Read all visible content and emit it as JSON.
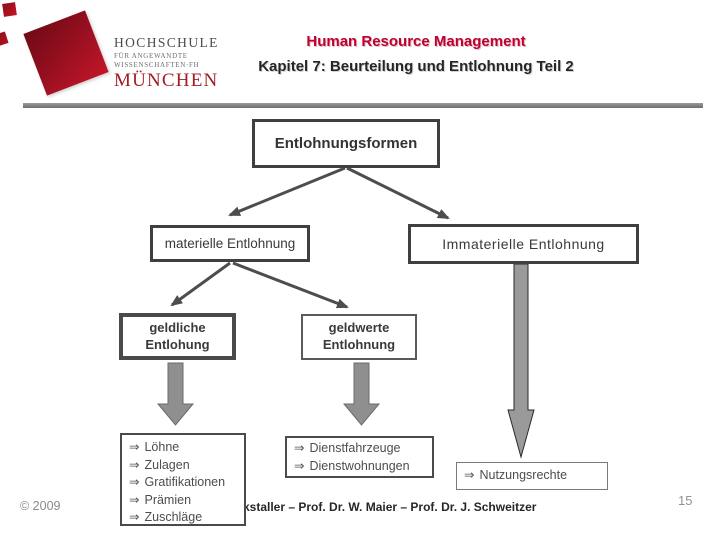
{
  "header": {
    "logo": {
      "line1": "HOCHSCHULE",
      "line2": "FÜR ANGEWANDTE",
      "line3": "WISSENSCHAFTEN·FH",
      "line4": "MÜNCHEN"
    },
    "title": "Human Resource Management",
    "subtitle": "Kapitel 7: Beurteilung und Entlohnung Teil 2"
  },
  "diagram": {
    "bullet": "⇒",
    "root_label": "Entlohnungsformen",
    "material_label": "materielle Entlohnung",
    "immaterial_label": "Immaterielle Entlohnung",
    "monetary_label": "geldliche\nEntlohung",
    "value_label": "geldwerte\nEntlohnung",
    "monetary_items": [
      "Löhne",
      "Zulagen",
      "Gratifikationen",
      "Prämien",
      "Zuschläge"
    ],
    "value_items": [
      "Dienstfahrzeuge",
      "Dienstwohnungen"
    ],
    "immaterial_items": [
      "Nutzungsrechte"
    ]
  },
  "footer": {
    "copyright": "© 2009",
    "authors_visible": "kstaller – Prof. Dr. W. Maier – Prof. Dr. J. Schweitzer",
    "page_number": "15"
  },
  "colors": {
    "accent_red": "#c00030",
    "logo_red": "#a11d24",
    "divider_gray": "#7f7f7f",
    "arrow_fill_gray": "#8f8f8f",
    "line_gray": "#4d4d4d"
  }
}
